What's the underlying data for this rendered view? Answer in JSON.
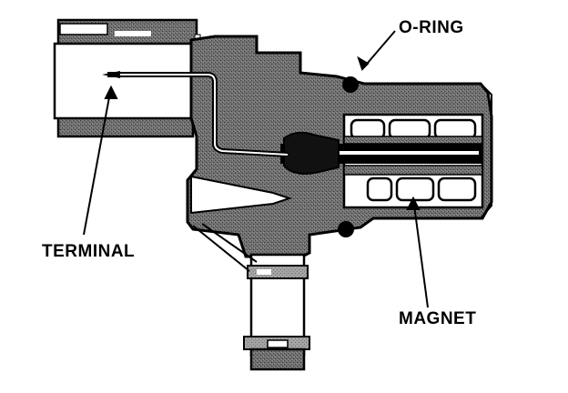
{
  "labels": {
    "o_ring": "O-RING",
    "terminal": "TERMINAL",
    "magnet": "MAGNET"
  },
  "colors": {
    "ink": "#000000",
    "housing": "#6f6f6f",
    "housing_light": "#a0a0a0",
    "background": "#ffffff"
  }
}
